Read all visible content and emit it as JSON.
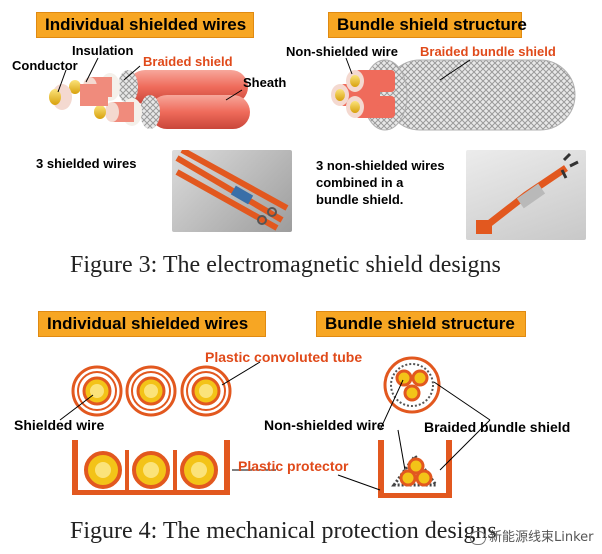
{
  "fig3": {
    "tag_individual": "Individual shielded wires",
    "tag_bundle": "Bundle shield structure",
    "label_conductor": "Conductor",
    "label_insulation": "Insulation",
    "label_braided_shield": "Braided shield",
    "label_sheath": "Sheath",
    "label_non_shielded": "Non-shielded wire",
    "label_braided_bundle": "Braided bundle shield",
    "label_three_shielded": "3 shielded wires",
    "label_three_non_1": "3 non-shielded wires",
    "label_three_non_2": "combined in a",
    "label_three_non_3": "bundle shield.",
    "caption": "Figure 3: The electromagnetic shield designs"
  },
  "fig4": {
    "tag_individual": "Individual shielded wires",
    "tag_bundle": "Bundle shield structure",
    "label_convoluted": "Plastic convoluted tube",
    "label_shielded_wire": "Shielded wire",
    "label_non_shielded": "Non-shielded wire",
    "label_braided_bundle": "Braided bundle shield",
    "label_protector": "Plastic protector",
    "caption": "Figure 4: The mechanical protection designs"
  },
  "watermark": "新能源线束Linker",
  "colors": {
    "tag_fill": "#f7a623",
    "accent_red": "#e04a1a",
    "sheath": "#ef6b5b",
    "conductor": "#f3c318"
  }
}
